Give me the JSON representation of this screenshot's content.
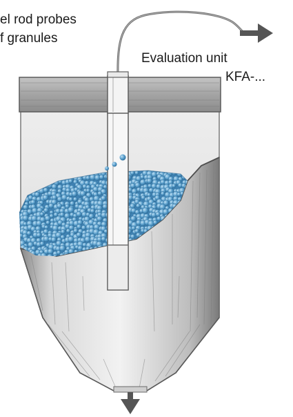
{
  "labels": {
    "probes_line1": "el rod probes",
    "probes_line2": "f granules",
    "evaluation_line1": "Evaluation unit",
    "evaluation_line2": "KFA-..."
  },
  "colors": {
    "granule": "#4a90c0",
    "granule_light": "#8cc0e0",
    "hopper_shade": "#9a9a9a",
    "lid": "#a8a8a8",
    "arrow": "#555555"
  },
  "icons": {
    "output_arrow": "arrow-right-icon",
    "discharge_arrow": "arrow-down-icon"
  }
}
